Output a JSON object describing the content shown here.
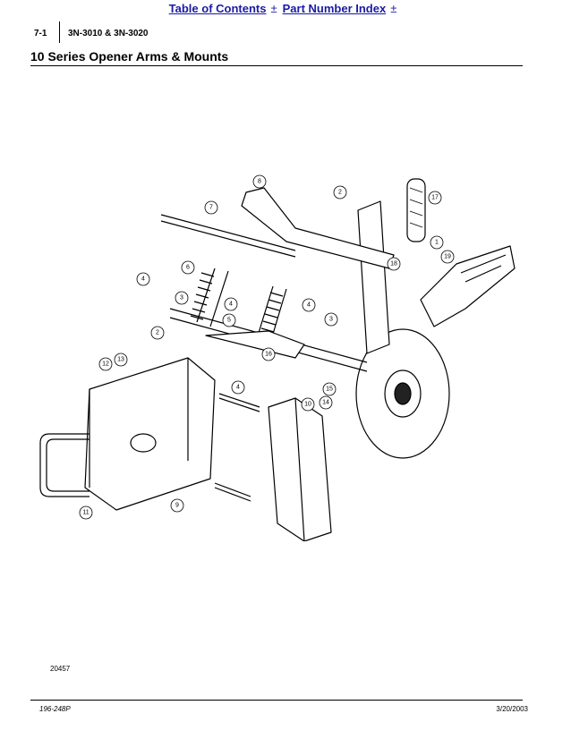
{
  "nav": {
    "toc_label": "Table of Contents",
    "index_label": "Part Number Index",
    "plus_glyph": "±"
  },
  "header": {
    "page_number": "7-1",
    "model": "3N-3010 & 3N-3020"
  },
  "section_title": "10 Series Opener Arms & Mounts",
  "drawing": {
    "callouts": [
      "1",
      "2",
      "3",
      "4",
      "5",
      "6",
      "7",
      "8",
      "9",
      "10",
      "11",
      "12",
      "13",
      "14",
      "15",
      "16",
      "17",
      "18",
      "19"
    ],
    "drawing_number": "20457"
  },
  "footer": {
    "doc_number": "196-248P",
    "date": "3/20/2003"
  }
}
